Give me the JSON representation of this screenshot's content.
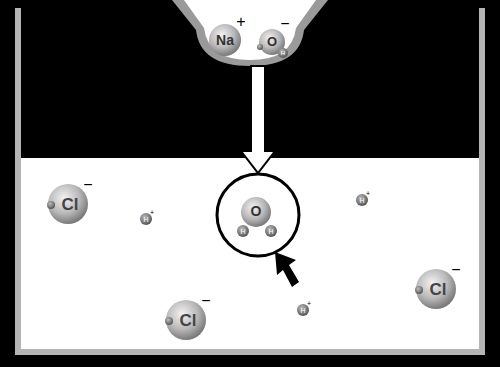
{
  "diagram": {
    "nodes": [
      {
        "text": [
          "Na",
          "+",
          "O",
          "−",
          "H"
        ]
      },
      {
        "text": [
          "O",
          "H",
          "H"
        ]
      }
    ],
    "edges": [
      {
        "from": 0,
        "to": 1,
        "arrow": "to"
      }
    ],
    "labels": [
      "Cl",
      "−",
      "Cl",
      "−",
      "Cl",
      "−",
      "H",
      "+",
      "H",
      "+",
      "H",
      "+"
    ]
  }
}
